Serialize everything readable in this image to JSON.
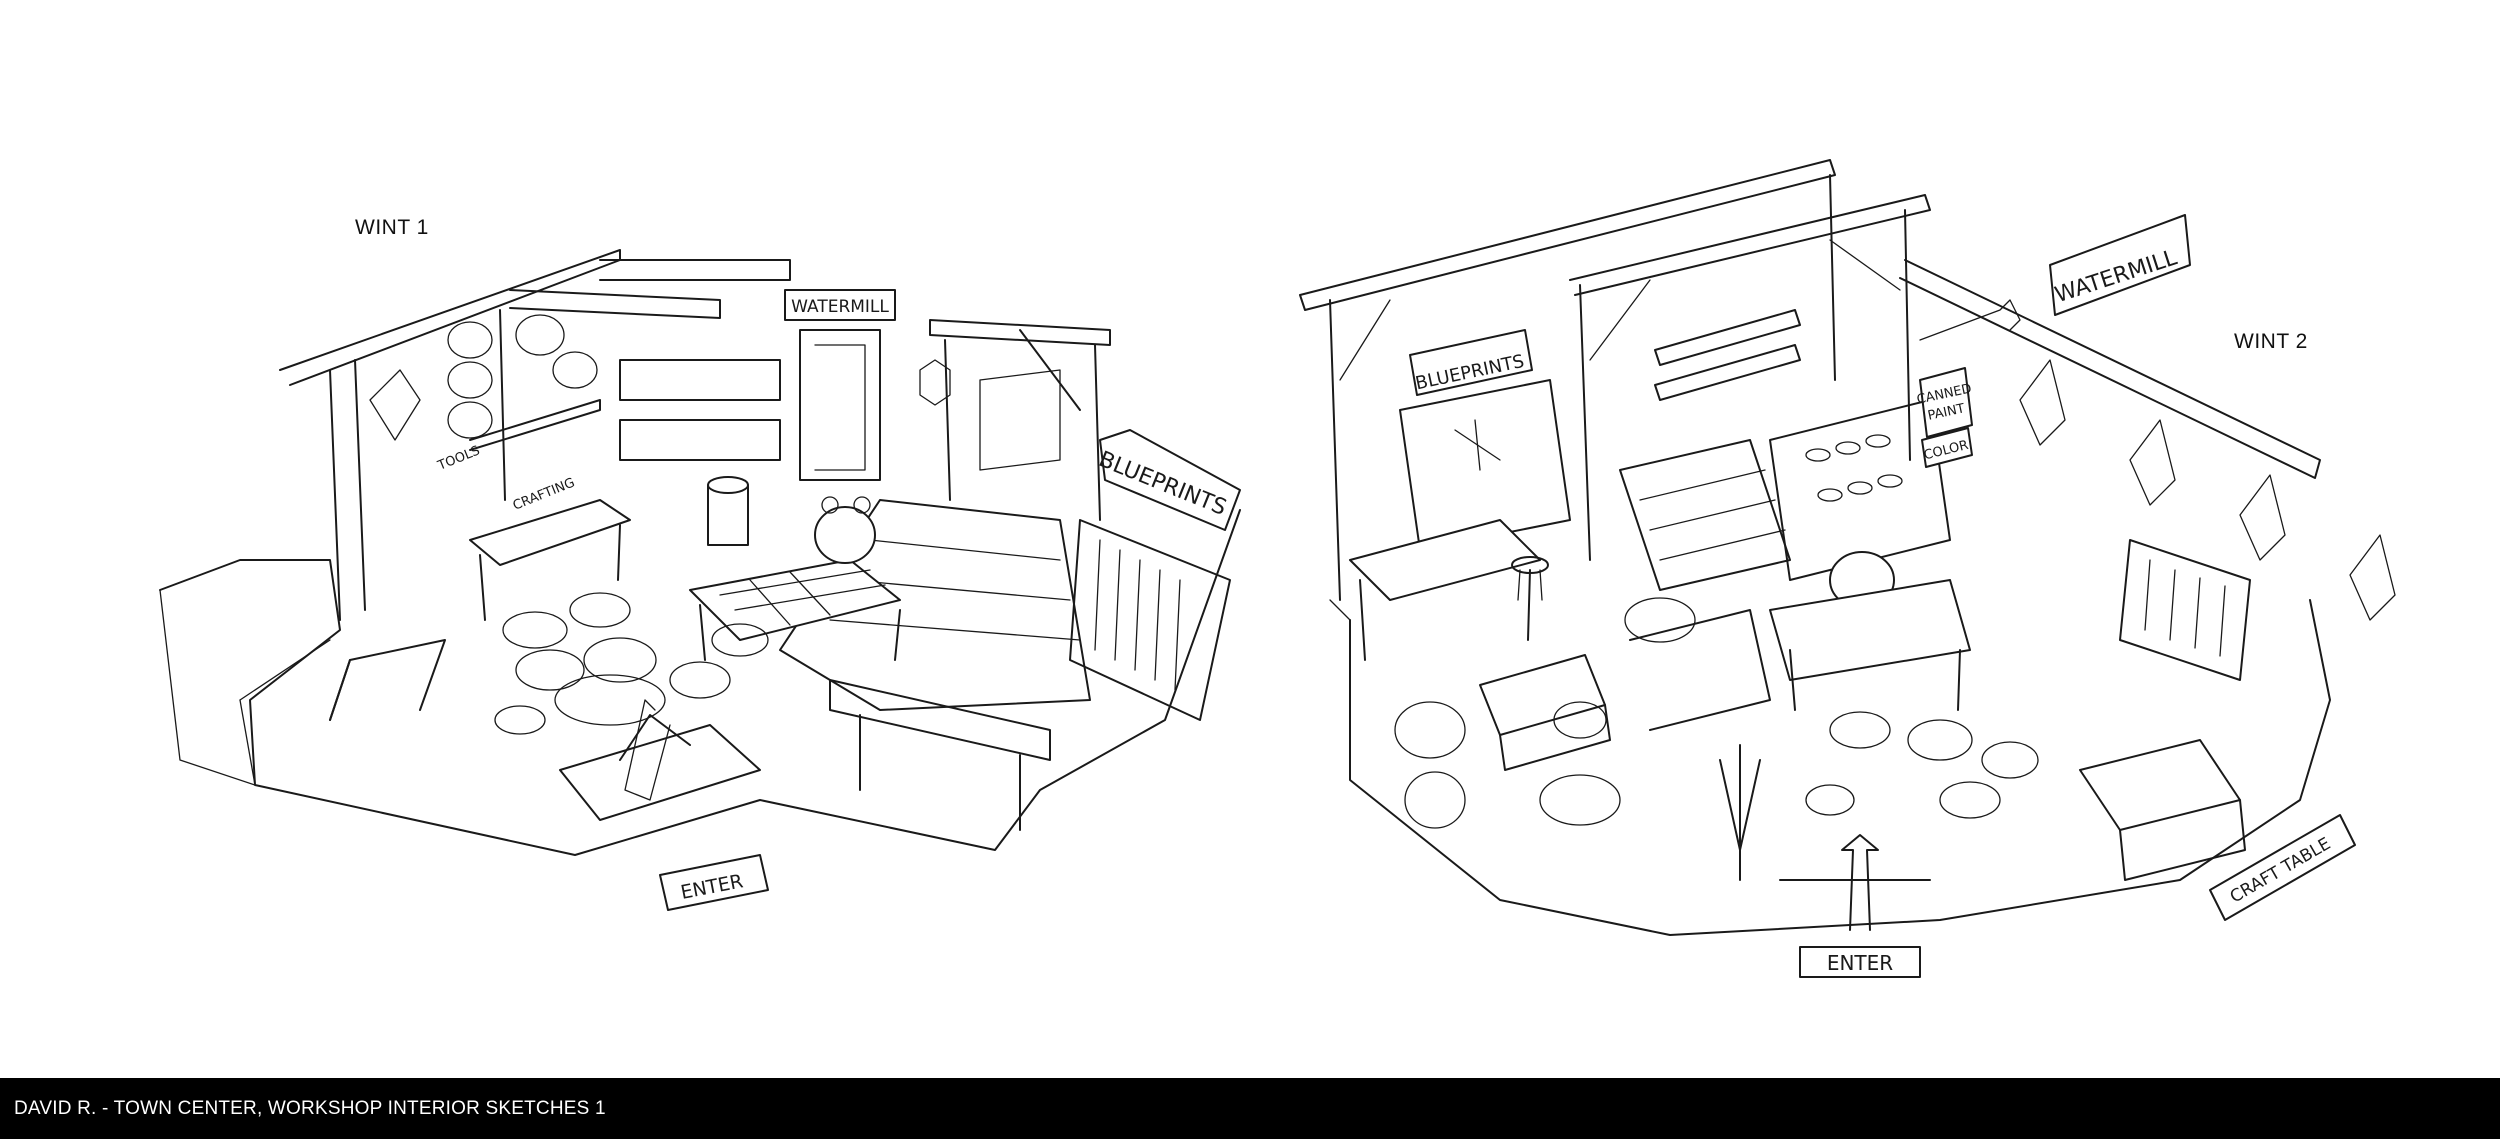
{
  "labels": {
    "wint1": "WINT 1",
    "wint2": "WINT 2"
  },
  "sketch1_signs": {
    "watermill": "WATERMILL",
    "blueprints": "BLUEPRINTS",
    "tools": "TOOLS",
    "crafting": "CRAFTING",
    "enter": "ENTER"
  },
  "sketch2_signs": {
    "watermill": "WATERMILL",
    "blueprints": "BLUEPRINTS",
    "canned_paint_1": "CANNED",
    "canned_paint_2": "PAINT",
    "color": "COLOR",
    "craft_table": "CRAFT TABLE",
    "enter": "ENTER"
  },
  "footer": {
    "caption": "DAVID R. - TOWN CENTER, WORKSHOP INTERIOR SKETCHES 1"
  },
  "colors": {
    "background": "#ffffff",
    "line": "#1a1a1a",
    "footer_bg": "#000000",
    "footer_text": "#ffffff"
  }
}
